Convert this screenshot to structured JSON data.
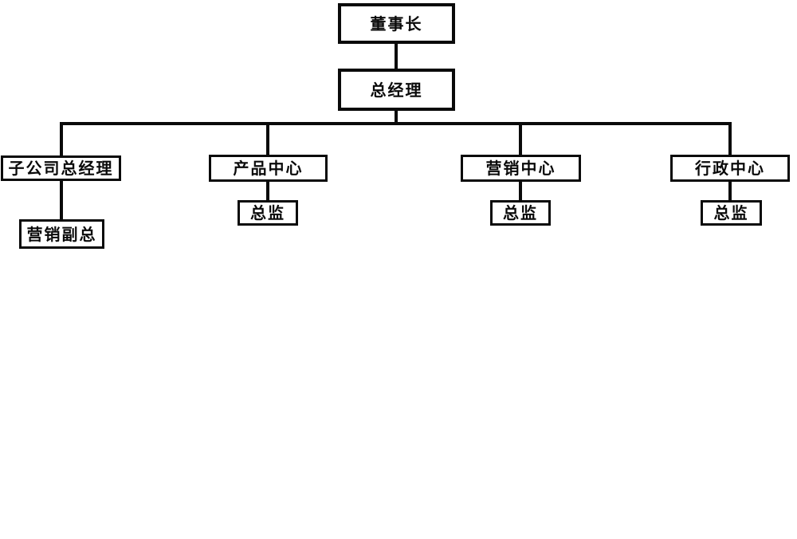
{
  "org_chart": {
    "type": "org-hierarchy-diagram",
    "line_color": "#0a0a0a",
    "box_fill": "#ffffff",
    "background": "#ffffff",
    "nodes": {
      "chairman": {
        "label": "董事长",
        "level": 1
      },
      "general_manager": {
        "label": "总经理",
        "level": 2
      },
      "subsidiary_gm": {
        "label": "子公司总经理",
        "level": 3
      },
      "product_center": {
        "label": "产品中心",
        "level": 3
      },
      "marketing_center": {
        "label": "营销中心",
        "level": 3
      },
      "admin_center": {
        "label": "行政中心",
        "level": 3
      },
      "marketing_vp": {
        "label": "营销副总",
        "level": 4
      },
      "product_director": {
        "label": "总监",
        "level": 4
      },
      "marketing_director": {
        "label": "总监",
        "level": 4
      },
      "admin_director": {
        "label": "总监",
        "level": 4
      }
    },
    "edges": [
      [
        "chairman",
        "general_manager"
      ],
      [
        "general_manager",
        "subsidiary_gm"
      ],
      [
        "general_manager",
        "product_center"
      ],
      [
        "general_manager",
        "marketing_center"
      ],
      [
        "general_manager",
        "admin_center"
      ],
      [
        "subsidiary_gm",
        "marketing_vp"
      ],
      [
        "product_center",
        "product_director"
      ],
      [
        "marketing_center",
        "marketing_director"
      ],
      [
        "admin_center",
        "admin_director"
      ]
    ]
  }
}
